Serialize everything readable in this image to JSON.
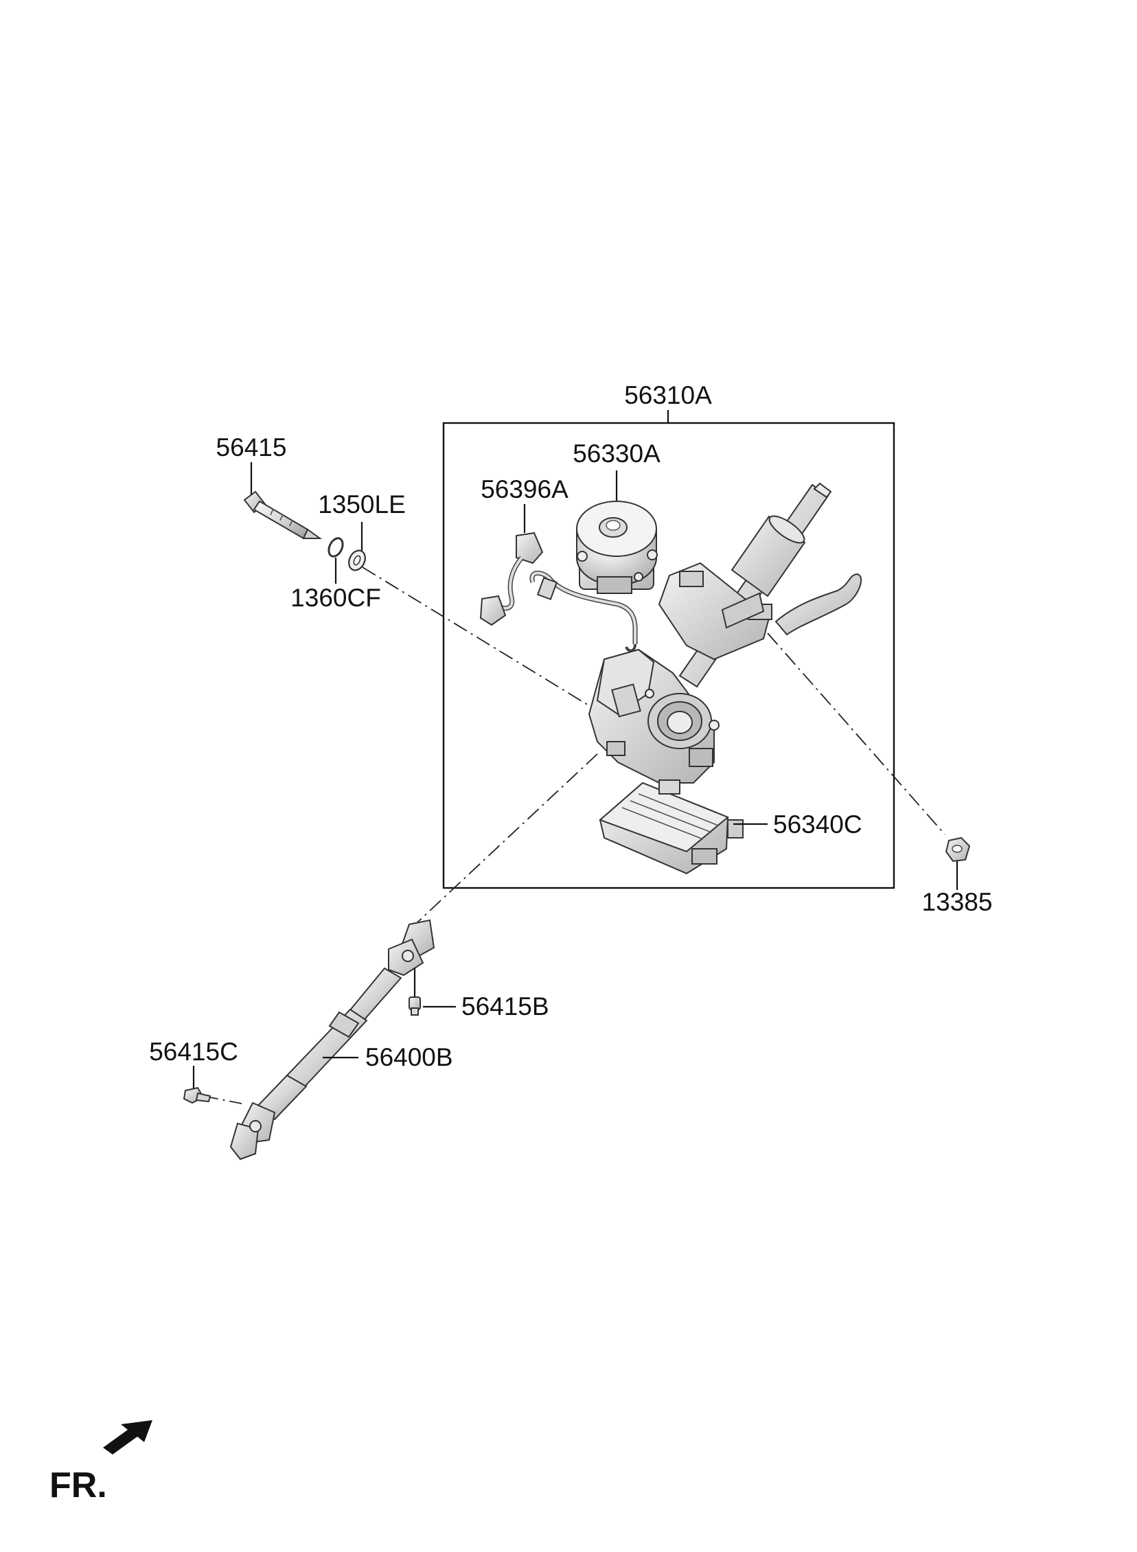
{
  "parts": {
    "p56310A": "56310A",
    "p56330A": "56330A",
    "p56396A": "56396A",
    "p56415": "56415",
    "p1350LE": "1350LE",
    "p1360CF": "1360CF",
    "p56340C": "56340C",
    "p13385": "13385",
    "p56415B": "56415B",
    "p56415C": "56415C",
    "p56400B": "56400B"
  },
  "orientation": {
    "label": "FR."
  },
  "colors": {
    "part_light": "#f2f2f2",
    "part_mid": "#d6d6d6",
    "part_dark": "#a8a8a8",
    "line": "#111111"
  }
}
